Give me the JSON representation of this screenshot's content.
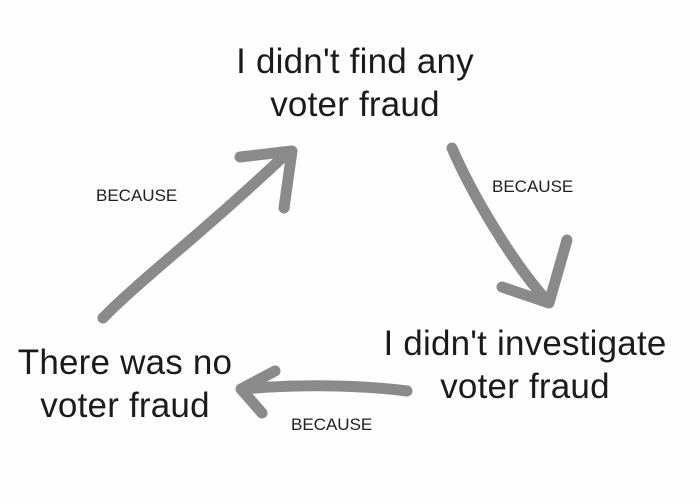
{
  "nodes": {
    "top": {
      "line1": "I didn't find any",
      "line2": "voter fraud"
    },
    "right": {
      "line1": "I didn't investigate",
      "line2": "voter fraud"
    },
    "left": {
      "line1": "There was no",
      "line2": "voter fraud"
    }
  },
  "edges": {
    "left_label": "BECAUSE",
    "right_label": "BECAUSE",
    "bottom_label": "BECAUSE"
  },
  "colors": {
    "arrow": "#8a8a8a",
    "text": "#1b1b1b",
    "background": "#fefefe"
  }
}
